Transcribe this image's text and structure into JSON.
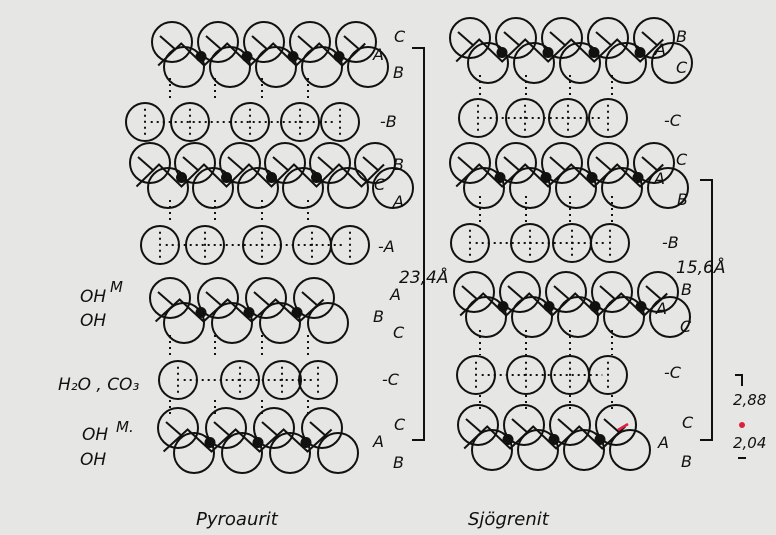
{
  "figure": {
    "left_name": "Pyroaurit",
    "right_name": "Sjögrenit",
    "left_spacing": "23,4Å",
    "right_spacing": "15,6Å",
    "right_distance_upper": "2,88",
    "right_distance_lower": "2,04",
    "left_species": [
      "OH",
      "M",
      "OH",
      "H₂O , CO₃",
      "OH",
      "M.",
      "OH"
    ],
    "left_letters": [
      "A",
      "C",
      "B",
      "-B",
      "B",
      "C",
      "A",
      "-A",
      "B",
      "A",
      "C",
      "-C",
      "C",
      "A",
      "B"
    ],
    "right_letters": [
      "A",
      "B",
      "C",
      "-C",
      "C",
      "A",
      "B",
      "-B",
      "B",
      "A",
      "C",
      "-C",
      "C",
      "A",
      "B"
    ]
  },
  "colors": {
    "ink": "#111111",
    "paper": "#e6e6e4",
    "mark": "#e0203a"
  }
}
